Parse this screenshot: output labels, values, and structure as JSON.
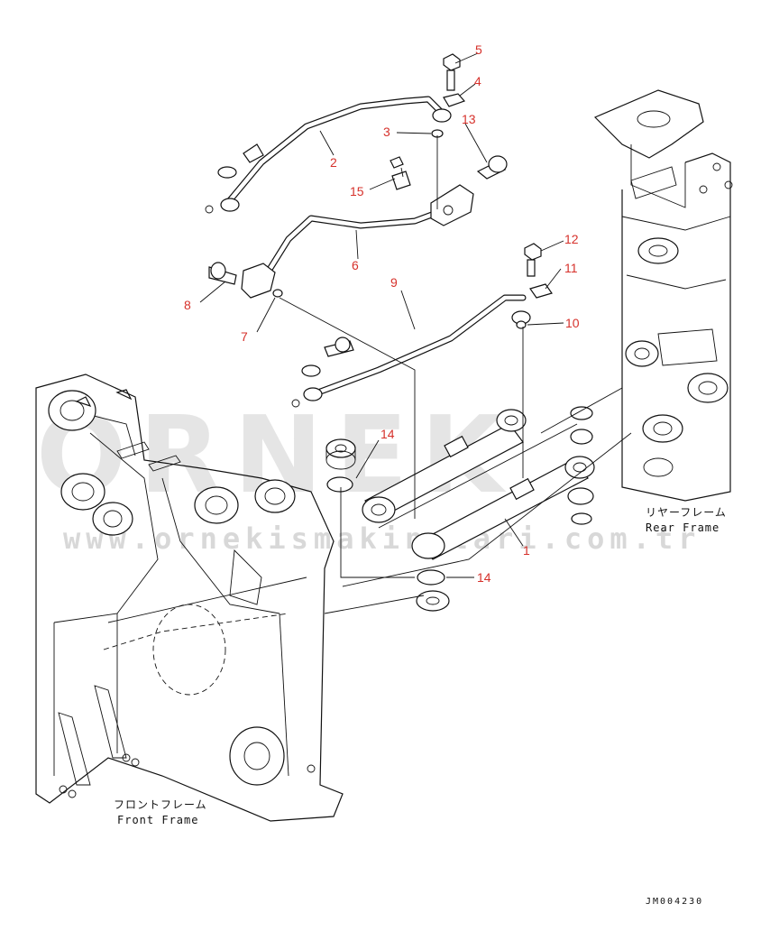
{
  "diagram": {
    "callouts": [
      "1",
      "2",
      "3",
      "4",
      "5",
      "6",
      "7",
      "8",
      "9",
      "10",
      "11",
      "12",
      "13",
      "14",
      "14",
      "15"
    ],
    "rear_frame_label_jp": "リヤーフレーム",
    "rear_frame_label_en": "Rear Frame",
    "front_frame_label_jp": "フロントフレーム",
    "front_frame_label_en": "Front Frame",
    "document_id": "JM004230"
  },
  "watermark": {
    "brand": "ORNEK",
    "url": "www.ornekismakinalari.com.tr"
  },
  "colors": {
    "callout": "#d6312b",
    "line": "#111111",
    "watermark": "#cfcfcf"
  }
}
